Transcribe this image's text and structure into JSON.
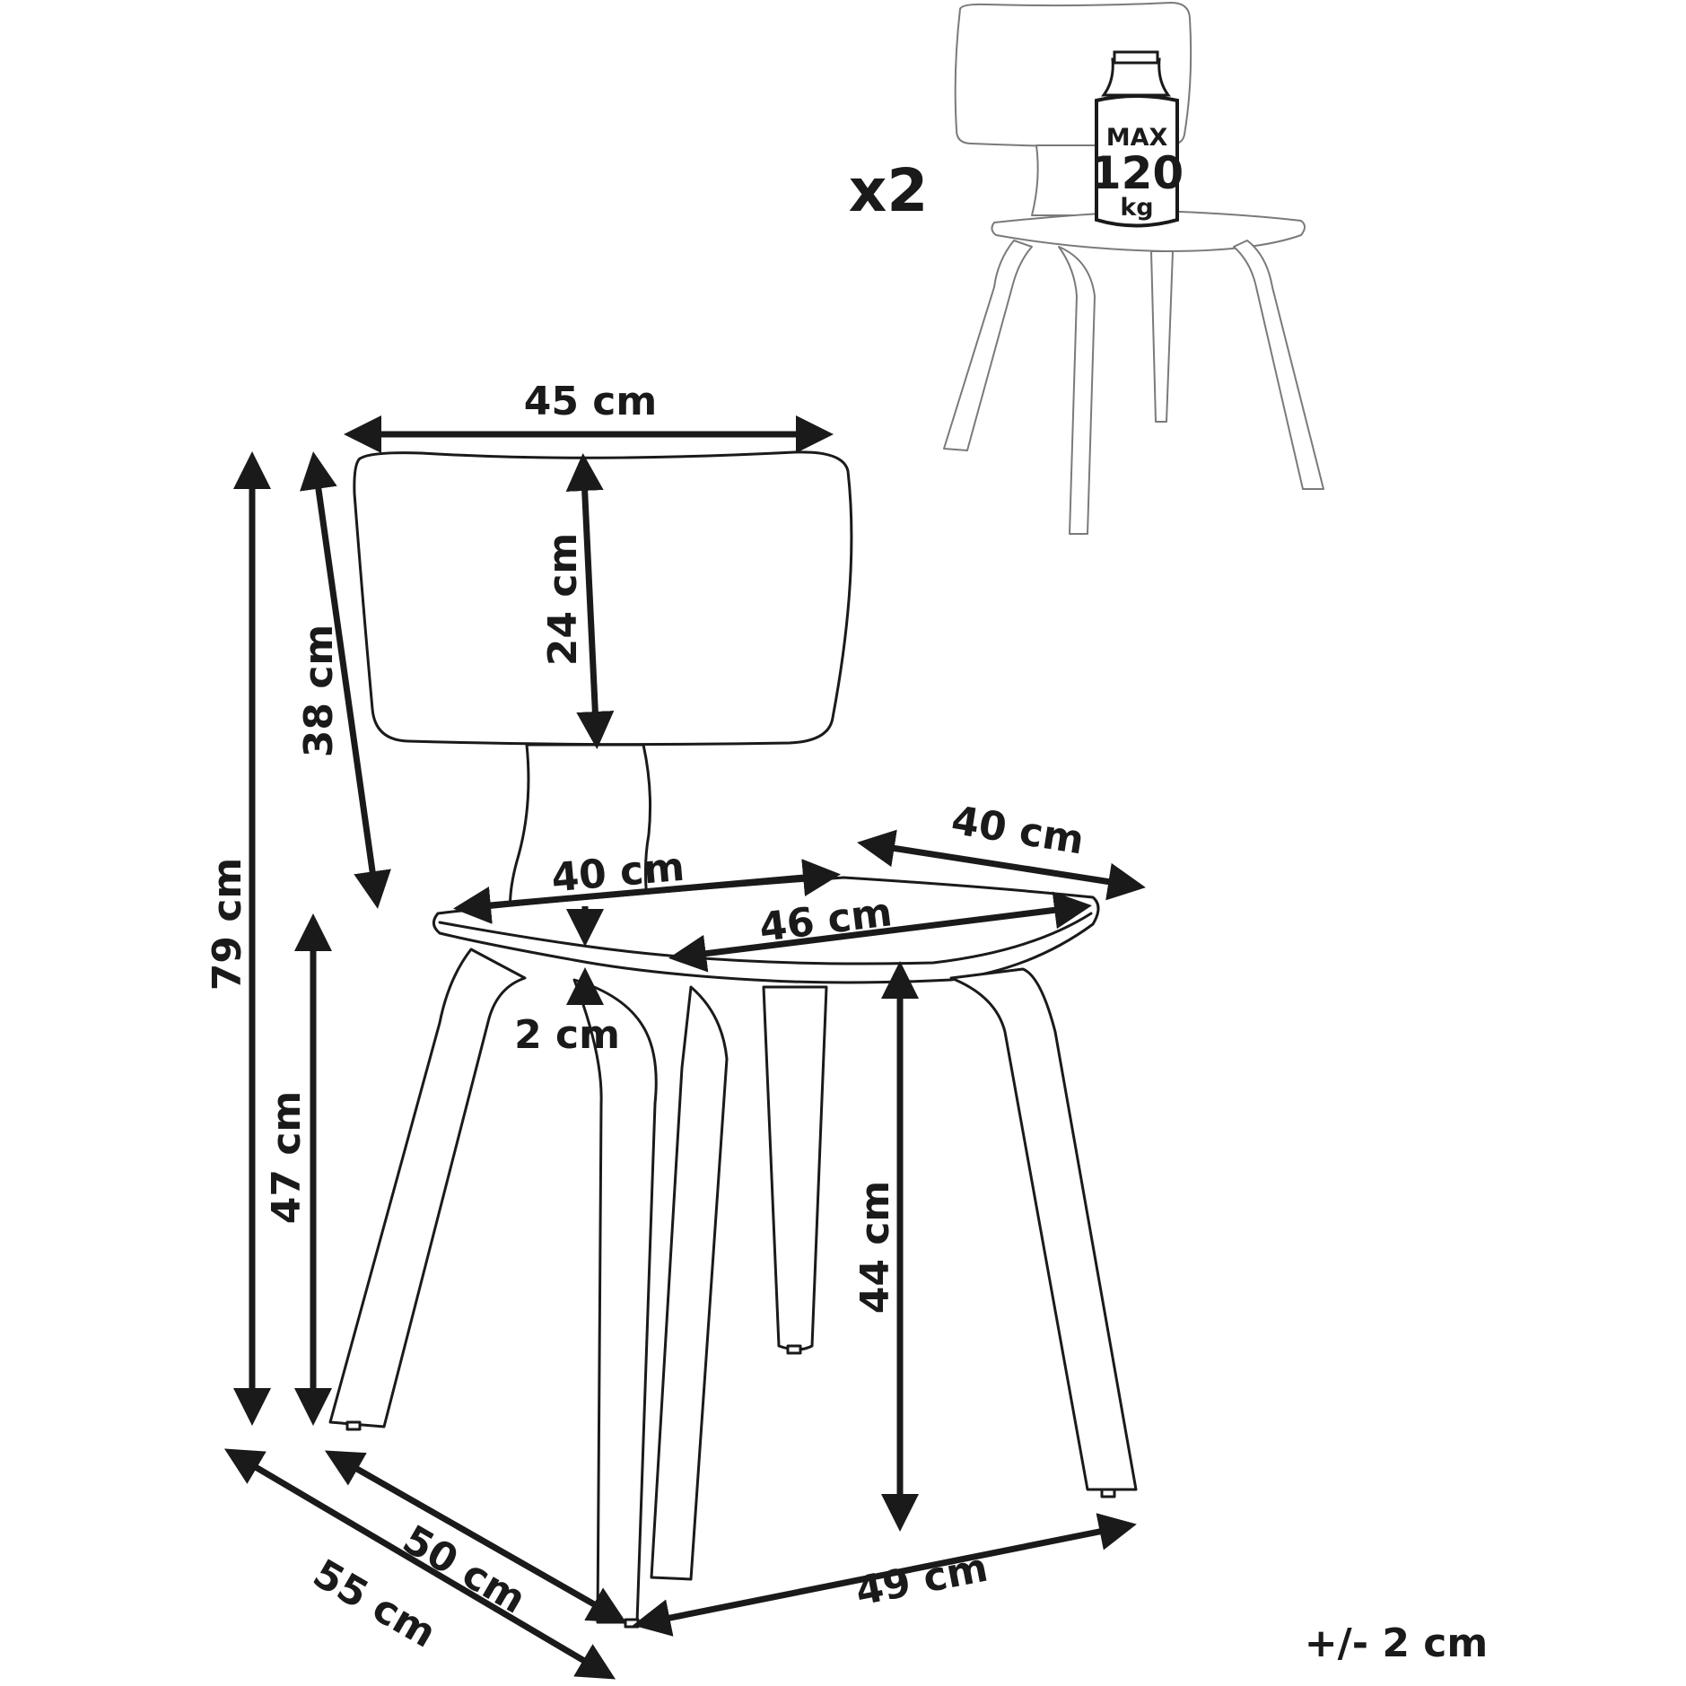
{
  "quantity_label": "x2",
  "max_load": {
    "line1": "MAX",
    "line2": "120",
    "line3": "kg"
  },
  "tolerance": "+/- 2 cm",
  "dimensions": {
    "backrest_width": "45 cm",
    "backrest_height": "24 cm",
    "back_slant_height": "38 cm",
    "total_height": "79 cm",
    "seat_height": "47 cm",
    "seat_front_width": "40 cm",
    "seat_depth": "40 cm",
    "seat_diagonal": "46 cm",
    "seat_thickness": "2 cm",
    "leg_height": "44 cm",
    "base_depth_inner": "50 cm",
    "base_depth_outer": "55 cm",
    "base_width": "49 cm"
  }
}
